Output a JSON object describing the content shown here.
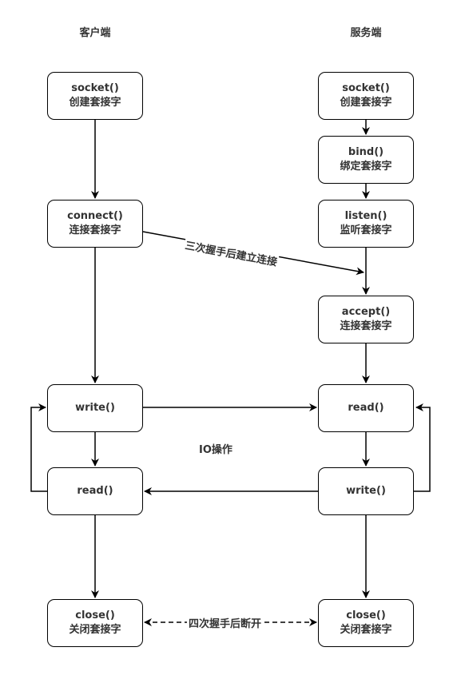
{
  "columns": {
    "client_title": "客户端",
    "server_title": "服务端"
  },
  "client": {
    "socket": {
      "fn": "socket()",
      "desc": "创建套接字"
    },
    "connect": {
      "fn": "connect()",
      "desc": "连接套接字"
    },
    "write": {
      "fn": "write()"
    },
    "read": {
      "fn": "read()"
    },
    "close": {
      "fn": "close()",
      "desc": "关闭套接字"
    }
  },
  "server": {
    "socket": {
      "fn": "socket()",
      "desc": "创建套接字"
    },
    "bind": {
      "fn": "bind()",
      "desc": "绑定套接字"
    },
    "listen": {
      "fn": "listen()",
      "desc": "监听套接字"
    },
    "accept": {
      "fn": "accept()",
      "desc": "连接套接字"
    },
    "read": {
      "fn": "read()"
    },
    "write": {
      "fn": "write()"
    },
    "close": {
      "fn": "close()",
      "desc": "关闭套接字"
    }
  },
  "labels": {
    "handshake": "三次握手后建立连接",
    "io": "IO操作",
    "teardown": "四次握手后断开"
  },
  "colors": {
    "stroke": "#000000",
    "text": "#333333",
    "background": "#ffffff"
  }
}
